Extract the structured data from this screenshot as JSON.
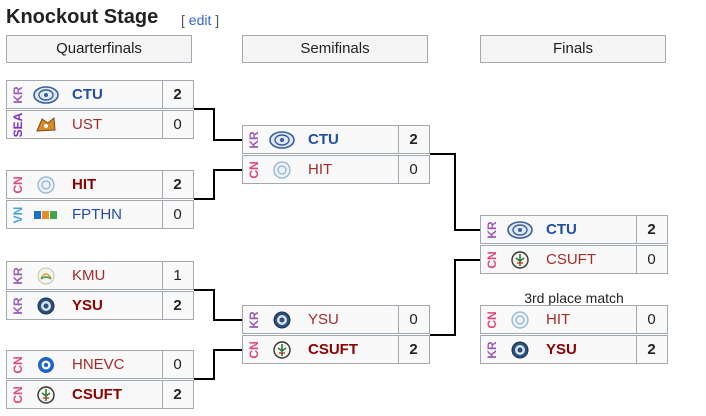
{
  "header": {
    "title": "Knockout Stage",
    "edit": "edit"
  },
  "rounds": [
    "Quarterfinals",
    "Semifinals",
    "Finals"
  ],
  "colors": {
    "kr": "#9b59b6",
    "sea": "#7b2fc8",
    "cn": "#e0457b",
    "vn": "#4aa0e0",
    "blue_team": "#1f4ea3",
    "red_team": "#a52a2a",
    "bold_red": "#8b0000"
  },
  "quarterfinals": [
    {
      "rows": [
        {
          "region": "KR",
          "team": "CTU",
          "score": "2",
          "win": true,
          "logo": "ctu-logo-icon"
        },
        {
          "region": "SEA",
          "team": "UST",
          "score": "0",
          "win": false,
          "logo": "ust-logo-icon"
        }
      ]
    },
    {
      "rows": [
        {
          "region": "CN",
          "team": "HIT",
          "score": "2",
          "win": true,
          "logo": "hit-logo-icon"
        },
        {
          "region": "VN",
          "team": "FPTHN",
          "score": "0",
          "win": false,
          "logo": "fpt-logo-icon"
        }
      ]
    },
    {
      "rows": [
        {
          "region": "KR",
          "team": "KMU",
          "score": "1",
          "win": false,
          "logo": "kmu-logo-icon"
        },
        {
          "region": "KR",
          "team": "YSU",
          "score": "2",
          "win": true,
          "logo": "ysu-logo-icon"
        }
      ]
    },
    {
      "rows": [
        {
          "region": "CN",
          "team": "HNEVC",
          "score": "0",
          "win": false,
          "logo": "hnevc-logo-icon"
        },
        {
          "region": "CN",
          "team": "CSUFT",
          "score": "2",
          "win": true,
          "logo": "csuft-logo-icon"
        }
      ]
    }
  ],
  "semifinals": [
    {
      "rows": [
        {
          "region": "KR",
          "team": "CTU",
          "score": "2",
          "win": true,
          "logo": "ctu-logo-icon"
        },
        {
          "region": "CN",
          "team": "HIT",
          "score": "0",
          "win": false,
          "logo": "hit-logo-icon"
        }
      ]
    },
    {
      "rows": [
        {
          "region": "KR",
          "team": "YSU",
          "score": "0",
          "win": false,
          "logo": "ysu-logo-icon"
        },
        {
          "region": "CN",
          "team": "CSUFT",
          "score": "2",
          "win": true,
          "logo": "csuft-logo-icon"
        }
      ]
    }
  ],
  "finals": {
    "rows": [
      {
        "region": "KR",
        "team": "CTU",
        "score": "2",
        "win": true,
        "logo": "ctu-logo-icon"
      },
      {
        "region": "CN",
        "team": "CSUFT",
        "score": "0",
        "win": false,
        "logo": "csuft-logo-icon"
      }
    ]
  },
  "third_place": {
    "label": "3rd place match",
    "rows": [
      {
        "region": "CN",
        "team": "HIT",
        "score": "0",
        "win": false,
        "logo": "hit-logo-icon"
      },
      {
        "region": "KR",
        "team": "YSU",
        "score": "2",
        "win": true,
        "logo": "ysu-logo-icon"
      }
    ]
  }
}
